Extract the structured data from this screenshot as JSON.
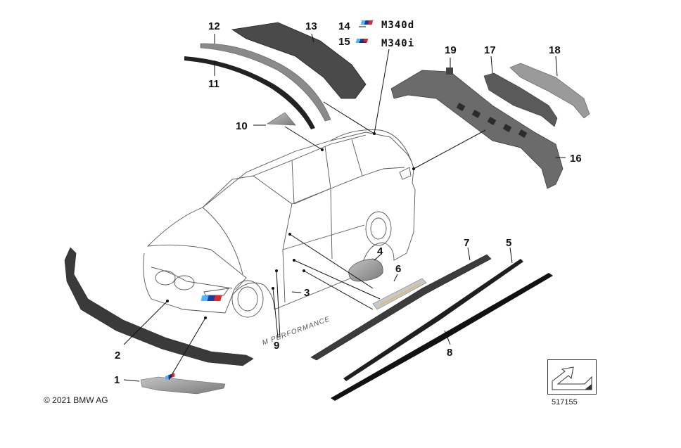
{
  "copyright": "© 2021 BMW AG",
  "diagram_ref": "517155",
  "badges": {
    "m340d": "M340d",
    "m340i": "M340i",
    "m_performance": "M PERFORMANCE"
  },
  "colors": {
    "part_dark": "#2b2b2b",
    "part_grey": "#7a7a7a",
    "part_light": "#a9a9a9",
    "outline": "#555555",
    "m_blue_light": "#4fb3ff",
    "m_blue_dark": "#1c3d9e",
    "m_red": "#e0262b"
  },
  "callouts": [
    "1",
    "2",
    "3",
    "4",
    "5",
    "6",
    "7",
    "8",
    "9",
    "10",
    "11",
    "12",
    "13",
    "14",
    "15",
    "16",
    "17",
    "18",
    "19"
  ]
}
